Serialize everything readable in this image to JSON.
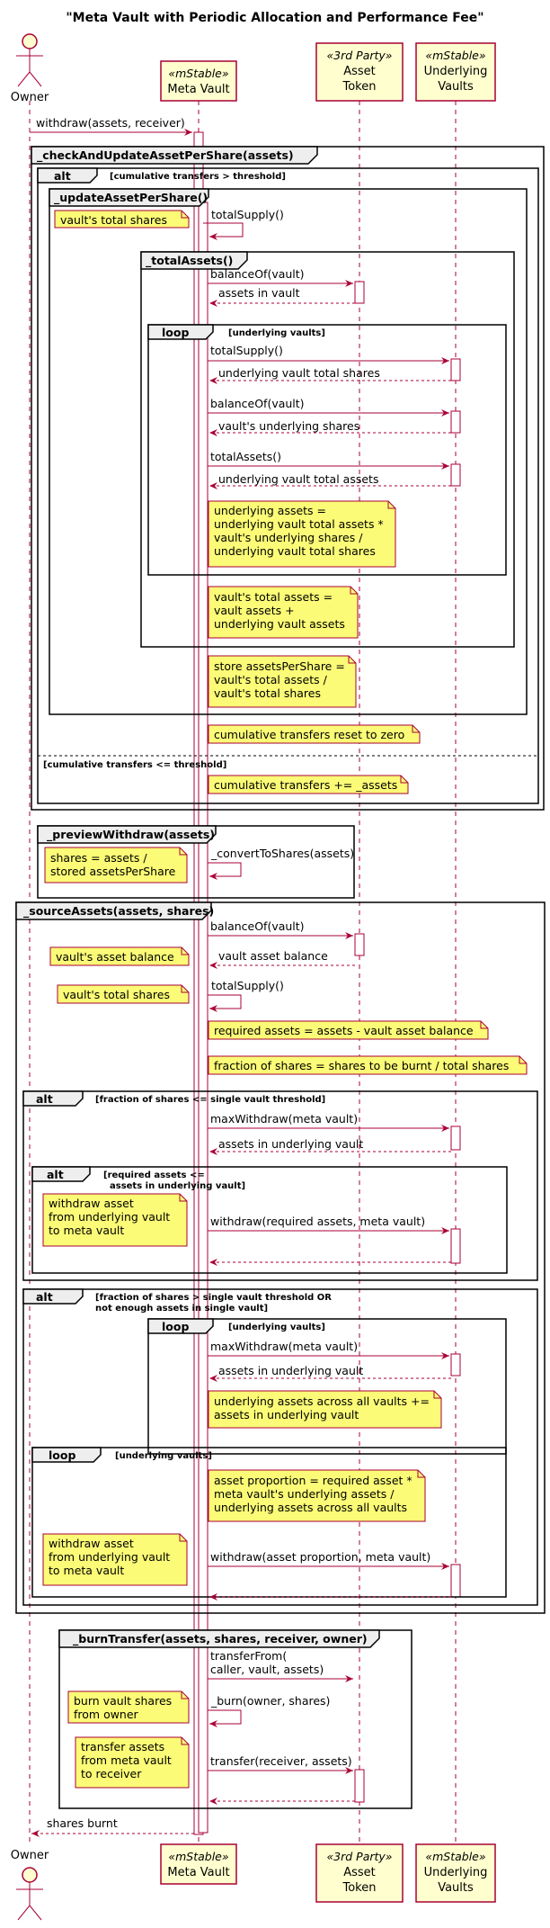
{
  "title": "\"Meta Vault with Periodic Allocation and Performance Fee\"",
  "participants": {
    "owner": {
      "name": "Owner"
    },
    "meta_vault": {
      "stereotype": "«mStable»",
      "name": "Meta Vault"
    },
    "asset_token": {
      "stereotype": "«3rd Party»",
      "name_line1": "Asset",
      "name_line2": "Token"
    },
    "underlying": {
      "stereotype": "«mStable»",
      "name_line1": "Underlying",
      "name_line2": "Vaults"
    }
  },
  "frames": {
    "check": "_checkAndUpdateAssetPerShare(assets)",
    "alt1": "alt",
    "alt1_cond1": "[cumulative transfers > threshold]",
    "alt1_cond2": "[cumulative transfers <= threshold]",
    "update": "_updateAssetPerShare()",
    "total_assets": "_totalAssets()",
    "loop1": "loop",
    "loop1_cond": "[underlying vaults]",
    "preview": "_previewWithdraw(assets)",
    "source": "_sourceAssets(assets, shares)",
    "alt2": "alt",
    "alt2_cond": "[fraction of shares <= single vault threshold]",
    "alt3": "alt",
    "alt3_cond_line1": "[required assets <=",
    "alt3_cond_line2": "assets in underlying vault]",
    "alt4": "alt",
    "alt4_cond_line1": "[fraction of shares > single vault threshold OR",
    "alt4_cond_line2": "not enough assets in single vault]",
    "loop2": "loop",
    "loop2_cond": "[underlying vaults]",
    "loop3": "loop",
    "loop3_cond": "[underlying vaults]",
    "burn": "_burnTransfer(assets, shares, receiver, owner)"
  },
  "messages": {
    "m1": "withdraw(assets, receiver)",
    "m2": "totalSupply()",
    "m3": "balanceOf(vault)",
    "m4": "assets in vault",
    "m5": "totalSupply()",
    "m6": "underlying vault total shares",
    "m7": "balanceOf(vault)",
    "m8": "vault's underlying shares",
    "m9": "totalAssets()",
    "m10": "underlying vault total assets",
    "m11": "_convertToShares(assets)",
    "m12": "balanceOf(vault)",
    "m13": "vault asset balance",
    "m14": "totalSupply()",
    "m15": "maxWithdraw(meta vault)",
    "m16": "assets in underlying vault",
    "m17": "withdraw(required assets, meta vault)",
    "m18": "maxWithdraw(meta vault)",
    "m19": "assets in underlying vault",
    "m20": "withdraw(asset proportion, meta vault)",
    "m21_line1": "transferFrom(",
    "m21_line2": "caller, vault, assets)",
    "m22": "_burn(owner, shares)",
    "m23": "transfer(receiver, assets)",
    "m24": "shares burnt"
  },
  "notes": {
    "n1": "vault's total shares",
    "n2": [
      "underlying assets =",
      "underlying vault total assets *",
      "vault's underlying shares /",
      "underlying vault total shares"
    ],
    "n3": [
      "vault's total assets =",
      "vault assets +",
      "underlying vault assets"
    ],
    "n4": [
      "store assetsPerShare =",
      "vault's total assets /",
      "vault's total shares"
    ],
    "n5": "cumulative transfers reset to zero",
    "n6": "cumulative transfers += _assets",
    "n7": [
      "shares = assets /",
      "stored assetsPerShare"
    ],
    "n8": "vault's asset balance",
    "n9": "vault's total shares",
    "n10": "required assets = assets - vault asset balance",
    "n11": "fraction of shares = shares to be burnt / total shares",
    "n12": [
      "withdraw asset",
      "from underlying vault",
      "to meta vault"
    ],
    "n13": [
      "underlying assets across all vaults +=",
      "  assets in underlying vault"
    ],
    "n14": [
      "asset proportion = required asset *",
      "meta vault's underlying assets /",
      "underlying assets across all vaults"
    ],
    "n15": [
      "withdraw asset",
      "from underlying vault",
      "to meta vault"
    ],
    "n16": [
      "burn vault shares",
      "from owner"
    ],
    "n17": [
      "transfer assets",
      "from meta vault",
      "to receiver"
    ]
  },
  "colors": {
    "line": "#a80036",
    "participant_fill": "#fefece",
    "note_fill": "#fbfb77",
    "frame_tab": "#eeeeee"
  }
}
